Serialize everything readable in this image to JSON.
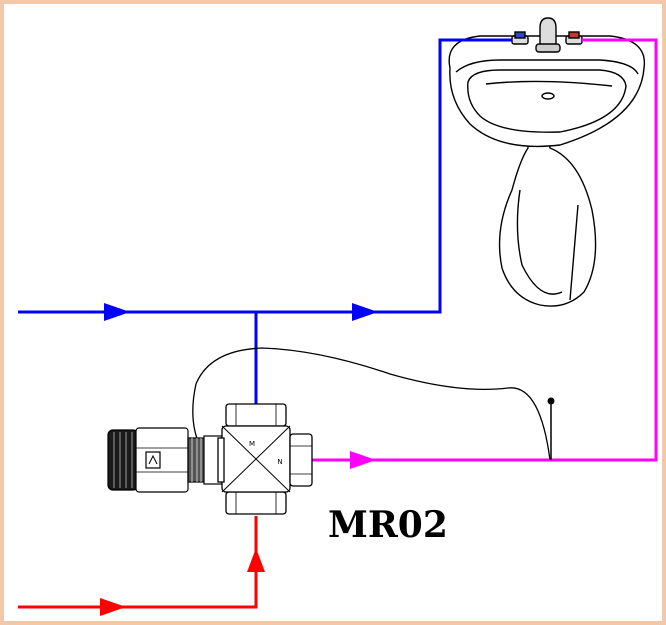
{
  "diagram": {
    "valve_label": "MR02",
    "valve_marks": [
      "M",
      "N"
    ],
    "colors": {
      "frame": "#f2c8a8",
      "cold_water": "#0000ff",
      "hot_water": "#ff0000",
      "mixed_water": "#ff00ff",
      "outline": "#000000",
      "background": "#ffffff"
    },
    "components": [
      {
        "name": "washbasin",
        "icon": "sink-icon"
      },
      {
        "name": "mixing-valve",
        "icon": "valve-icon"
      },
      {
        "name": "thermostatic-head",
        "icon": "thermostat-icon"
      },
      {
        "name": "temperature-sensor",
        "icon": "sensor-icon"
      }
    ],
    "pipes": [
      {
        "name": "cold-water-pipe",
        "color_key": "cold_water"
      },
      {
        "name": "hot-water-pipe",
        "color_key": "hot_water"
      },
      {
        "name": "mixed-water-pipe",
        "color_key": "mixed_water"
      },
      {
        "name": "capillary-line",
        "color_key": "outline"
      }
    ]
  }
}
